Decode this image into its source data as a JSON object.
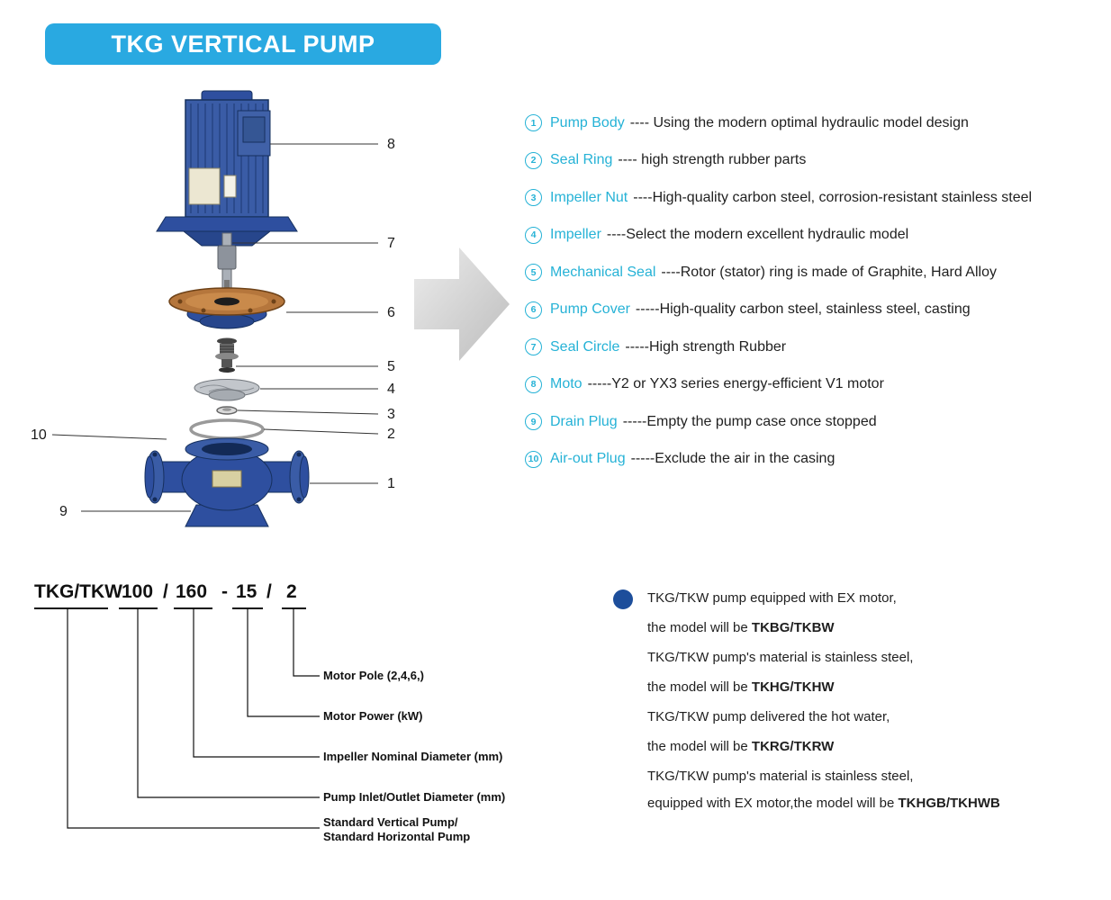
{
  "header": {
    "title": "TKG VERTICAL PUMP"
  },
  "colors": {
    "accent_cyan": "#29a9e1",
    "part_label_cyan": "#25b2d6",
    "pump_blue": "#2e4f9f",
    "cover_copper": "#b5763c",
    "bullet_blue": "#1d4e9b"
  },
  "diagram": {
    "callouts": {
      "moto": "8",
      "seal_circle": "7",
      "pump_cover": "6",
      "mechanical_seal": "5",
      "impeller": "4",
      "impeller_nut": "3",
      "seal_ring": "2",
      "pump_body": "1",
      "air_out_plug": "10",
      "drain_plug": "9"
    }
  },
  "parts_list": {
    "items": [
      {
        "num": "1",
        "name": "Pump Body",
        "desc": "---- Using the modern optimal hydraulic model design"
      },
      {
        "num": "2",
        "name": "Seal Ring",
        "desc": "---- high strength rubber parts"
      },
      {
        "num": "3",
        "name": "Impeller Nut",
        "desc": "----High-quality carbon steel, corrosion-resistant stainless steel"
      },
      {
        "num": "4",
        "name": "Impeller",
        "desc": "----Select the modern excellent hydraulic model"
      },
      {
        "num": "5",
        "name": "Mechanical Seal",
        "desc": "----Rotor (stator) ring is made of Graphite, Hard Alloy"
      },
      {
        "num": "6",
        "name": "Pump Cover",
        "desc": "-----High-quality carbon steel, stainless steel, casting"
      },
      {
        "num": "7",
        "name": "Seal Circle",
        "desc": "-----High strength Rubber"
      },
      {
        "num": "8",
        "name": "Moto",
        "desc": "-----Y2 or YX3 series energy-efficient V1 motor"
      },
      {
        "num": "9",
        "name": "Drain Plug",
        "desc": "-----Empty the pump case once stopped"
      },
      {
        "num": "10",
        "name": "Air-out Plug",
        "desc": "-----Exclude the air in the casing"
      }
    ]
  },
  "nomenclature": {
    "model": {
      "prefix": "TKG/TKW",
      "inlet": "100",
      "sep1": "/",
      "impeller": "160",
      "sep2": "-",
      "power": "15",
      "sep3": "/",
      "pole": "2"
    },
    "labels": {
      "pole": "Motor Pole (2,4,6,)",
      "power": "Motor Power (kW)",
      "impeller": "Impeller Nominal Diameter (mm)",
      "inlet": "Pump Inlet/Outlet Diameter (mm)",
      "type_line1": "Standard Vertical Pump/",
      "type_line2": "Standard Horizontal Pump"
    }
  },
  "notes": {
    "lines": [
      {
        "text": "TKG/TKW pump equipped with EX motor,",
        "model": ""
      },
      {
        "text": "the model will be ",
        "model": "TKBG/TKBW"
      },
      {
        "text": "TKG/TKW pump's material is stainless steel,",
        "model": ""
      },
      {
        "text": "the model will be ",
        "model": "TKHG/TKHW"
      },
      {
        "text": "TKG/TKW pump delivered the hot water,",
        "model": ""
      },
      {
        "text": "the model will be ",
        "model": "TKRG/TKRW"
      },
      {
        "text": "TKG/TKW pump's material is stainless steel,",
        "model": ""
      },
      {
        "text": "equipped with EX motor,the model will be ",
        "model": "TKHGB/TKHWB"
      }
    ]
  }
}
